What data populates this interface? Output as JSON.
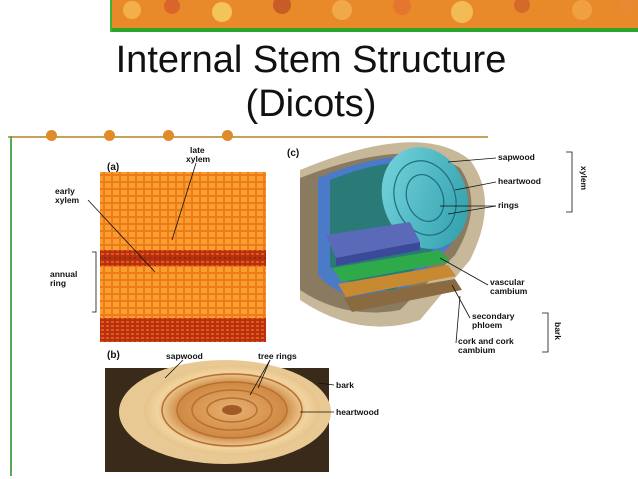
{
  "slide": {
    "title_line1": "Internal Stem Structure",
    "title_line2": "(Dicots)"
  },
  "panels": {
    "a": {
      "letter": "(a)",
      "labels": {
        "late_xylem_1": "late",
        "late_xylem_2": "xylem",
        "early_xylem_1": "early",
        "early_xylem_2": "xylem",
        "annual_ring_1": "annual",
        "annual_ring_2": "ring"
      }
    },
    "b": {
      "letter": "(b)",
      "labels": {
        "sapwood": "sapwood",
        "tree_rings": "tree rings",
        "bark": "bark",
        "heartwood": "heartwood"
      }
    },
    "c": {
      "letter": "(c)",
      "labels": {
        "sapwood": "sapwood",
        "heartwood": "heartwood",
        "rings": "rings",
        "xylem": "xylem",
        "vascular_cambium_1": "vascular",
        "vascular_cambium_2": "cambium",
        "secondary_phloem_1": "secondary",
        "secondary_phloem_2": "phloem",
        "cork_1": "cork and cork",
        "cork_2": "cambium",
        "bark": "bark"
      }
    }
  }
}
